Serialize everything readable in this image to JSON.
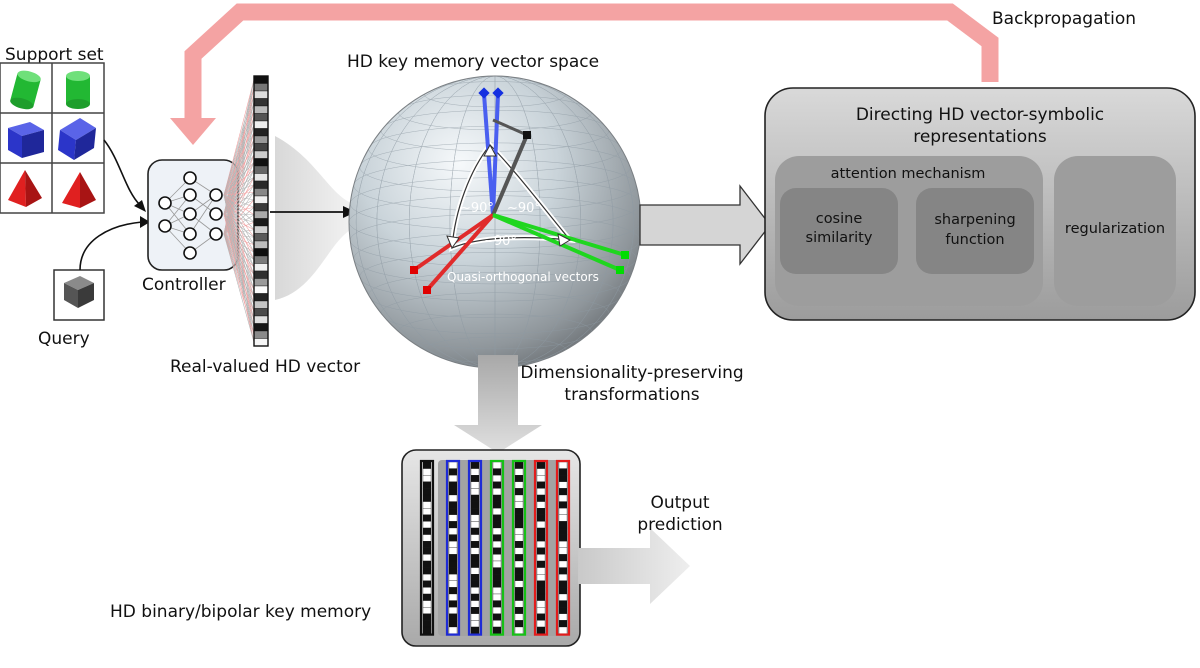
{
  "labels": {
    "support_set": "Support set",
    "query": "Query",
    "controller": "Controller",
    "real_valued_vector": "Real-valued HD vector",
    "key_space_title": "HD key memory vector space",
    "quasi_orthogonal": "Quasi-orthogonal vectors",
    "angle_1": "~90°",
    "angle_2": "~90°",
    "angle_3": "~90°",
    "backpropagation": "Backpropagation",
    "directing_line1": "Directing HD vector-symbolic",
    "directing_line2": "representations",
    "attention_mechanism": "attention mechanism",
    "cosine_line1": "cosine",
    "cosine_line2": "similarity",
    "sharpening_line1": "sharpening",
    "sharpening_line2": "function",
    "regularization": "regularization",
    "dim_preserving_line1": "Dimensionality-preserving",
    "dim_preserving_line2": "transformations",
    "output_line1": "Output",
    "output_line2": "prediction",
    "binary_memory": "HD binary/bipolar key memory"
  },
  "colors": {
    "backprop_arrow": "#f4a3a3",
    "green_shape": "#2ecc40",
    "blue_shape": "#2b35c9",
    "red_shape": "#e02020",
    "query_shape": "#555555",
    "green_vector": "#1fd61f",
    "blue_vector": "#4a5ff0",
    "red_vector": "#e02b2b",
    "panel_fill": "#9a9a9a",
    "arrow_gray": "#bdbdbd"
  },
  "support_set": [
    "green-cylinder",
    "green-cylinder",
    "blue-cube",
    "blue-cube",
    "red-pyramid",
    "red-pyramid"
  ],
  "memory_columns": [
    "black",
    "blue",
    "blue",
    "green",
    "green",
    "red",
    "red"
  ]
}
